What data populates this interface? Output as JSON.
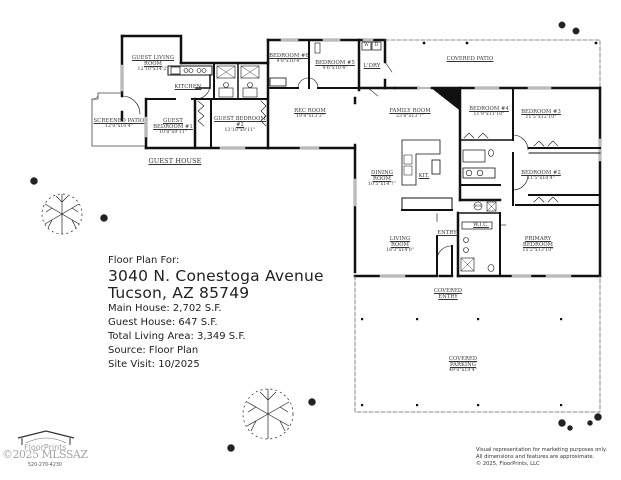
{
  "header": {
    "floor_plan_for": "Floor Plan For:",
    "address_line1": "3040 N. Conestoga Avenue",
    "address_line2": "Tucson, AZ  85749",
    "main_house": "Main House:  2,702 S.F.",
    "guest_house": "Guest House:  647 S.F.",
    "total_living": "Total Living Area:  3,349 S.F.",
    "source": "Source:  Floor Plan",
    "site_visit": "Site Visit:  10/2025"
  },
  "rooms": {
    "guest_living": {
      "name": "GUEST LIVING ROOM",
      "dim": "12'10\"x14'2\""
    },
    "kitchen_guest": {
      "name": "KITCHEN",
      "dim": ""
    },
    "screened_patio": {
      "name": "SCREENED PATIO",
      "dim": "12'0\"x10'4\""
    },
    "guest_bed1": {
      "name": "GUEST BEDROOM #1",
      "dim": "10'8\"x9'11\""
    },
    "guest_bed2": {
      "name": "GUEST BEDROOM #2",
      "dim": "13'10\"x9'11\""
    },
    "guest_house_label": "GUEST HOUSE",
    "bed6": {
      "name": "BEDROOM #6",
      "dim": "9'8\"x10'4\""
    },
    "bed5": {
      "name": "BEDROOM #5",
      "dim": "9'6\"x10'4\""
    },
    "laundry": {
      "name": "L'DRY",
      "dim": ""
    },
    "covered_patio": {
      "name": "COVERED PATIO",
      "dim": ""
    },
    "rec_room": {
      "name": "REC ROOM",
      "dim": "19'8\"x13'3\""
    },
    "family_room": {
      "name": "FAMILY ROOM",
      "dim": "23'8\"x13'7\""
    },
    "bed4": {
      "name": "BEDROOM #4",
      "dim": "11'9\"x11'10\""
    },
    "bed3": {
      "name": "BEDROOM #3",
      "dim": "11'5\"x12'10\""
    },
    "bed2": {
      "name": "BEDROOM #2",
      "dim": "11'5\"x10'4\""
    },
    "dining": {
      "name": "DINING ROOM",
      "dim": "10'5\"x14'7\""
    },
    "kit": {
      "name": "KIT.",
      "dim": ""
    },
    "living": {
      "name": "LIVING ROOM",
      "dim": "18'3\"x14'0\""
    },
    "entry": {
      "name": "ENTRY",
      "dim": ""
    },
    "wic": {
      "name": "W.I.C.",
      "dim": ""
    },
    "primary": {
      "name": "PRIMARY BEDROOM",
      "dim": "15'2\"x13'10\""
    },
    "covered_entry": {
      "name": "COVERED ENTRY",
      "dim": ""
    },
    "covered_parking": {
      "name": "COVERED PARKING",
      "dim": "49'0\"x19'4\""
    }
  },
  "fixtures": {
    "washer": "W",
    "dryer": "D",
    "water_heater": "WH"
  },
  "footer": {
    "disclaimer1": "Visual representation for marketing purposes only.",
    "disclaimer2": "All dimensions and features are approximate.",
    "copyright": "© 2025, FloorPrints, LLC",
    "logo_brand": "FloorPrints",
    "logo_phone": "520-270-4230",
    "watermark": "©2025 MLSSAZ"
  },
  "colors": {
    "wall": "#111111",
    "text": "#333333",
    "window": "#bbbbbb",
    "logo_green": "#8fae8f"
  }
}
